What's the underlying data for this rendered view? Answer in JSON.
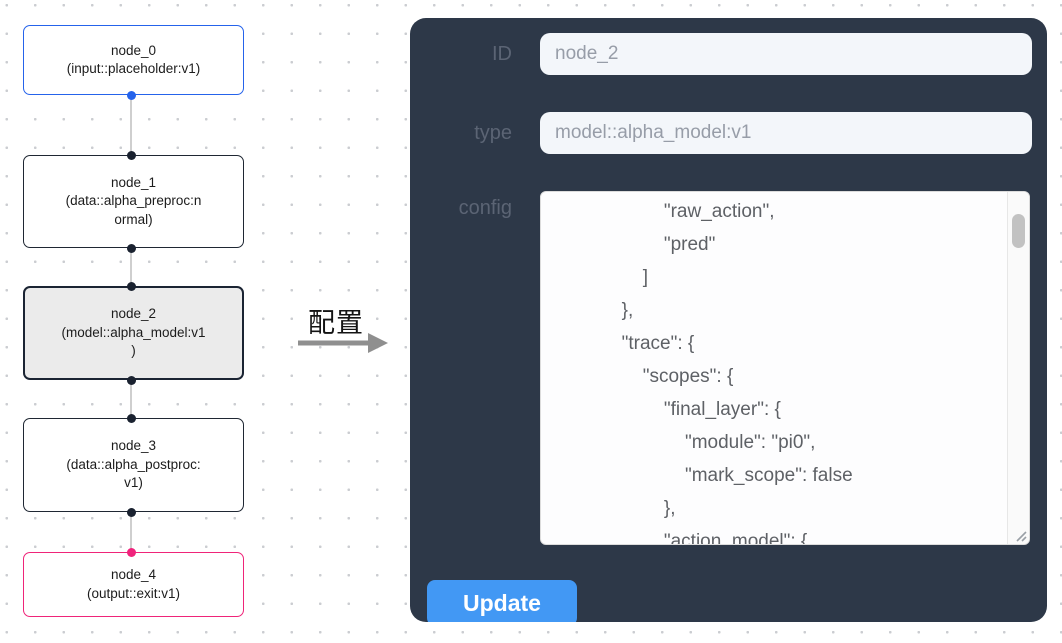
{
  "canvas": {
    "arrow_label": "配置",
    "nodes": [
      {
        "id": "node_0",
        "label": "node_0\n(input::placeholder:v1)",
        "role": "input",
        "border_color": "#2563eb"
      },
      {
        "id": "node_1",
        "label": "node_1\n(data::alpha_preproc:n\normal)",
        "role": "data",
        "border_color": "#1f2733"
      },
      {
        "id": "node_2",
        "label": "node_2\n(model::alpha_model:v1\n)",
        "role": "model",
        "selected": true,
        "border_color": "#1b2433"
      },
      {
        "id": "node_3",
        "label": "node_3\n(data::alpha_postproc:\nv1)",
        "role": "data",
        "border_color": "#1f2733"
      },
      {
        "id": "node_4",
        "label": "node_4\n(output::exit:v1)",
        "role": "output",
        "border_color": "#ef2479"
      }
    ]
  },
  "panel": {
    "fields": [
      {
        "label": "ID",
        "value": "node_2"
      },
      {
        "label": "type",
        "value": "model::alpha_model:v1"
      }
    ],
    "config_label": "config",
    "config_text": "                     \"raw_action\",\n                     \"pred\"\n                 ]\n             },\n             \"trace\": {\n                 \"scopes\": {\n                     \"final_layer\": {\n                         \"module\": \"pi0\",\n                         \"mark_scope\": false\n                     },\n                     \"action_model\": {",
    "update_label": "Update"
  },
  "colors": {
    "panel_background": "#2d3848",
    "accent_blue": "#2563eb",
    "output_pink": "#f0237c",
    "button_blue": "#4298f4",
    "selected_node_fill": "#ebebeb",
    "edge_gray": "#cfcfcf",
    "input_fill": "#f3f6fa",
    "label_gray": "#5b6474"
  }
}
